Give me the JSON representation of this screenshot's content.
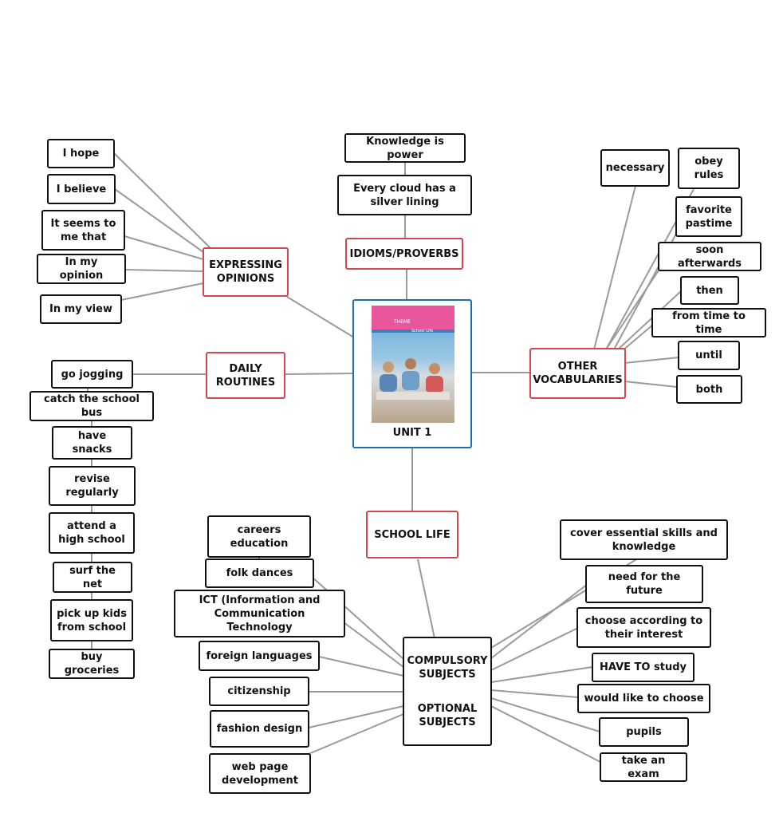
{
  "center": {
    "label": "UNIT 1",
    "cover_theme": "THEME",
    "cover_subtitle": "School Life"
  },
  "hubs": {
    "expressing": "EXPRESSING OPINIONS",
    "idioms": "IDIOMS/PROVERBS",
    "daily": "DAILY ROUTINES",
    "other": "OTHER VOCABULARIES",
    "school": "SCHOOL LIFE",
    "compulsory": "COMPULSORY SUBJECTS",
    "optional": "OPTIONAL SUBJECTS"
  },
  "expressing_opinions": [
    "I hope",
    "I believe",
    "It seems to me that",
    "In my opinion",
    "In my view"
  ],
  "idioms": [
    "Knowledge is power",
    "Every cloud has a silver lining"
  ],
  "daily_routines": [
    "go jogging",
    "catch the school bus",
    "have snacks",
    "revise regularly",
    "attend a high school",
    "surf the net",
    "pick up kids from school",
    "buy groceries"
  ],
  "other_vocabularies": [
    "necessary",
    "obey rules",
    "favorite pastime",
    "soon afterwards",
    "then",
    "from time to time",
    "until",
    "both"
  ],
  "subjects_left": [
    "careers education",
    "folk dances",
    "ICT (Information and Communication Technology",
    "foreign languages",
    "citizenship",
    "fashion design",
    "web page development"
  ],
  "subjects_right": [
    "cover essential skills and knowledge",
    "need for the future",
    "choose according to their interest",
    "HAVE TO study",
    "would like to choose",
    "pupils",
    "take an exam"
  ],
  "colors": {
    "hub_border": "#d0484f",
    "center_border": "#1e6fb0",
    "connector": "#9a9a9a"
  }
}
